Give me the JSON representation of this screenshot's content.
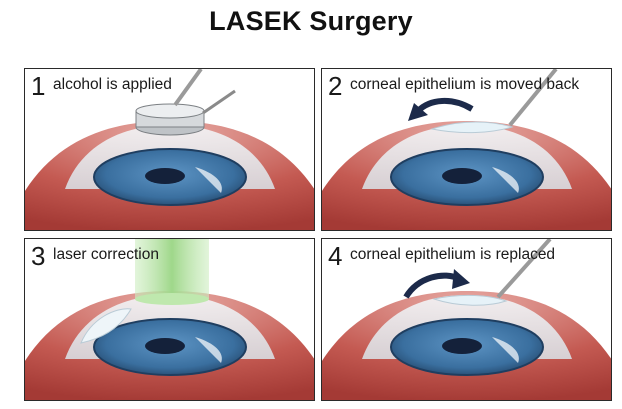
{
  "title": "LASEK Surgery",
  "panels": [
    {
      "number": "1",
      "caption": "alcohol is applied"
    },
    {
      "number": "2",
      "caption": "corneal epithelium is moved back"
    },
    {
      "number": "3",
      "caption": "laser correction"
    },
    {
      "number": "4",
      "caption": "corneal epithelium is replaced"
    }
  ],
  "colors": {
    "skin": "#c0504a",
    "iris": "#3f76a8",
    "pupil": "#14213a",
    "laser": "#a9dc95",
    "arrow": "#1c2a4a",
    "instrument": "#9a9a9a"
  }
}
